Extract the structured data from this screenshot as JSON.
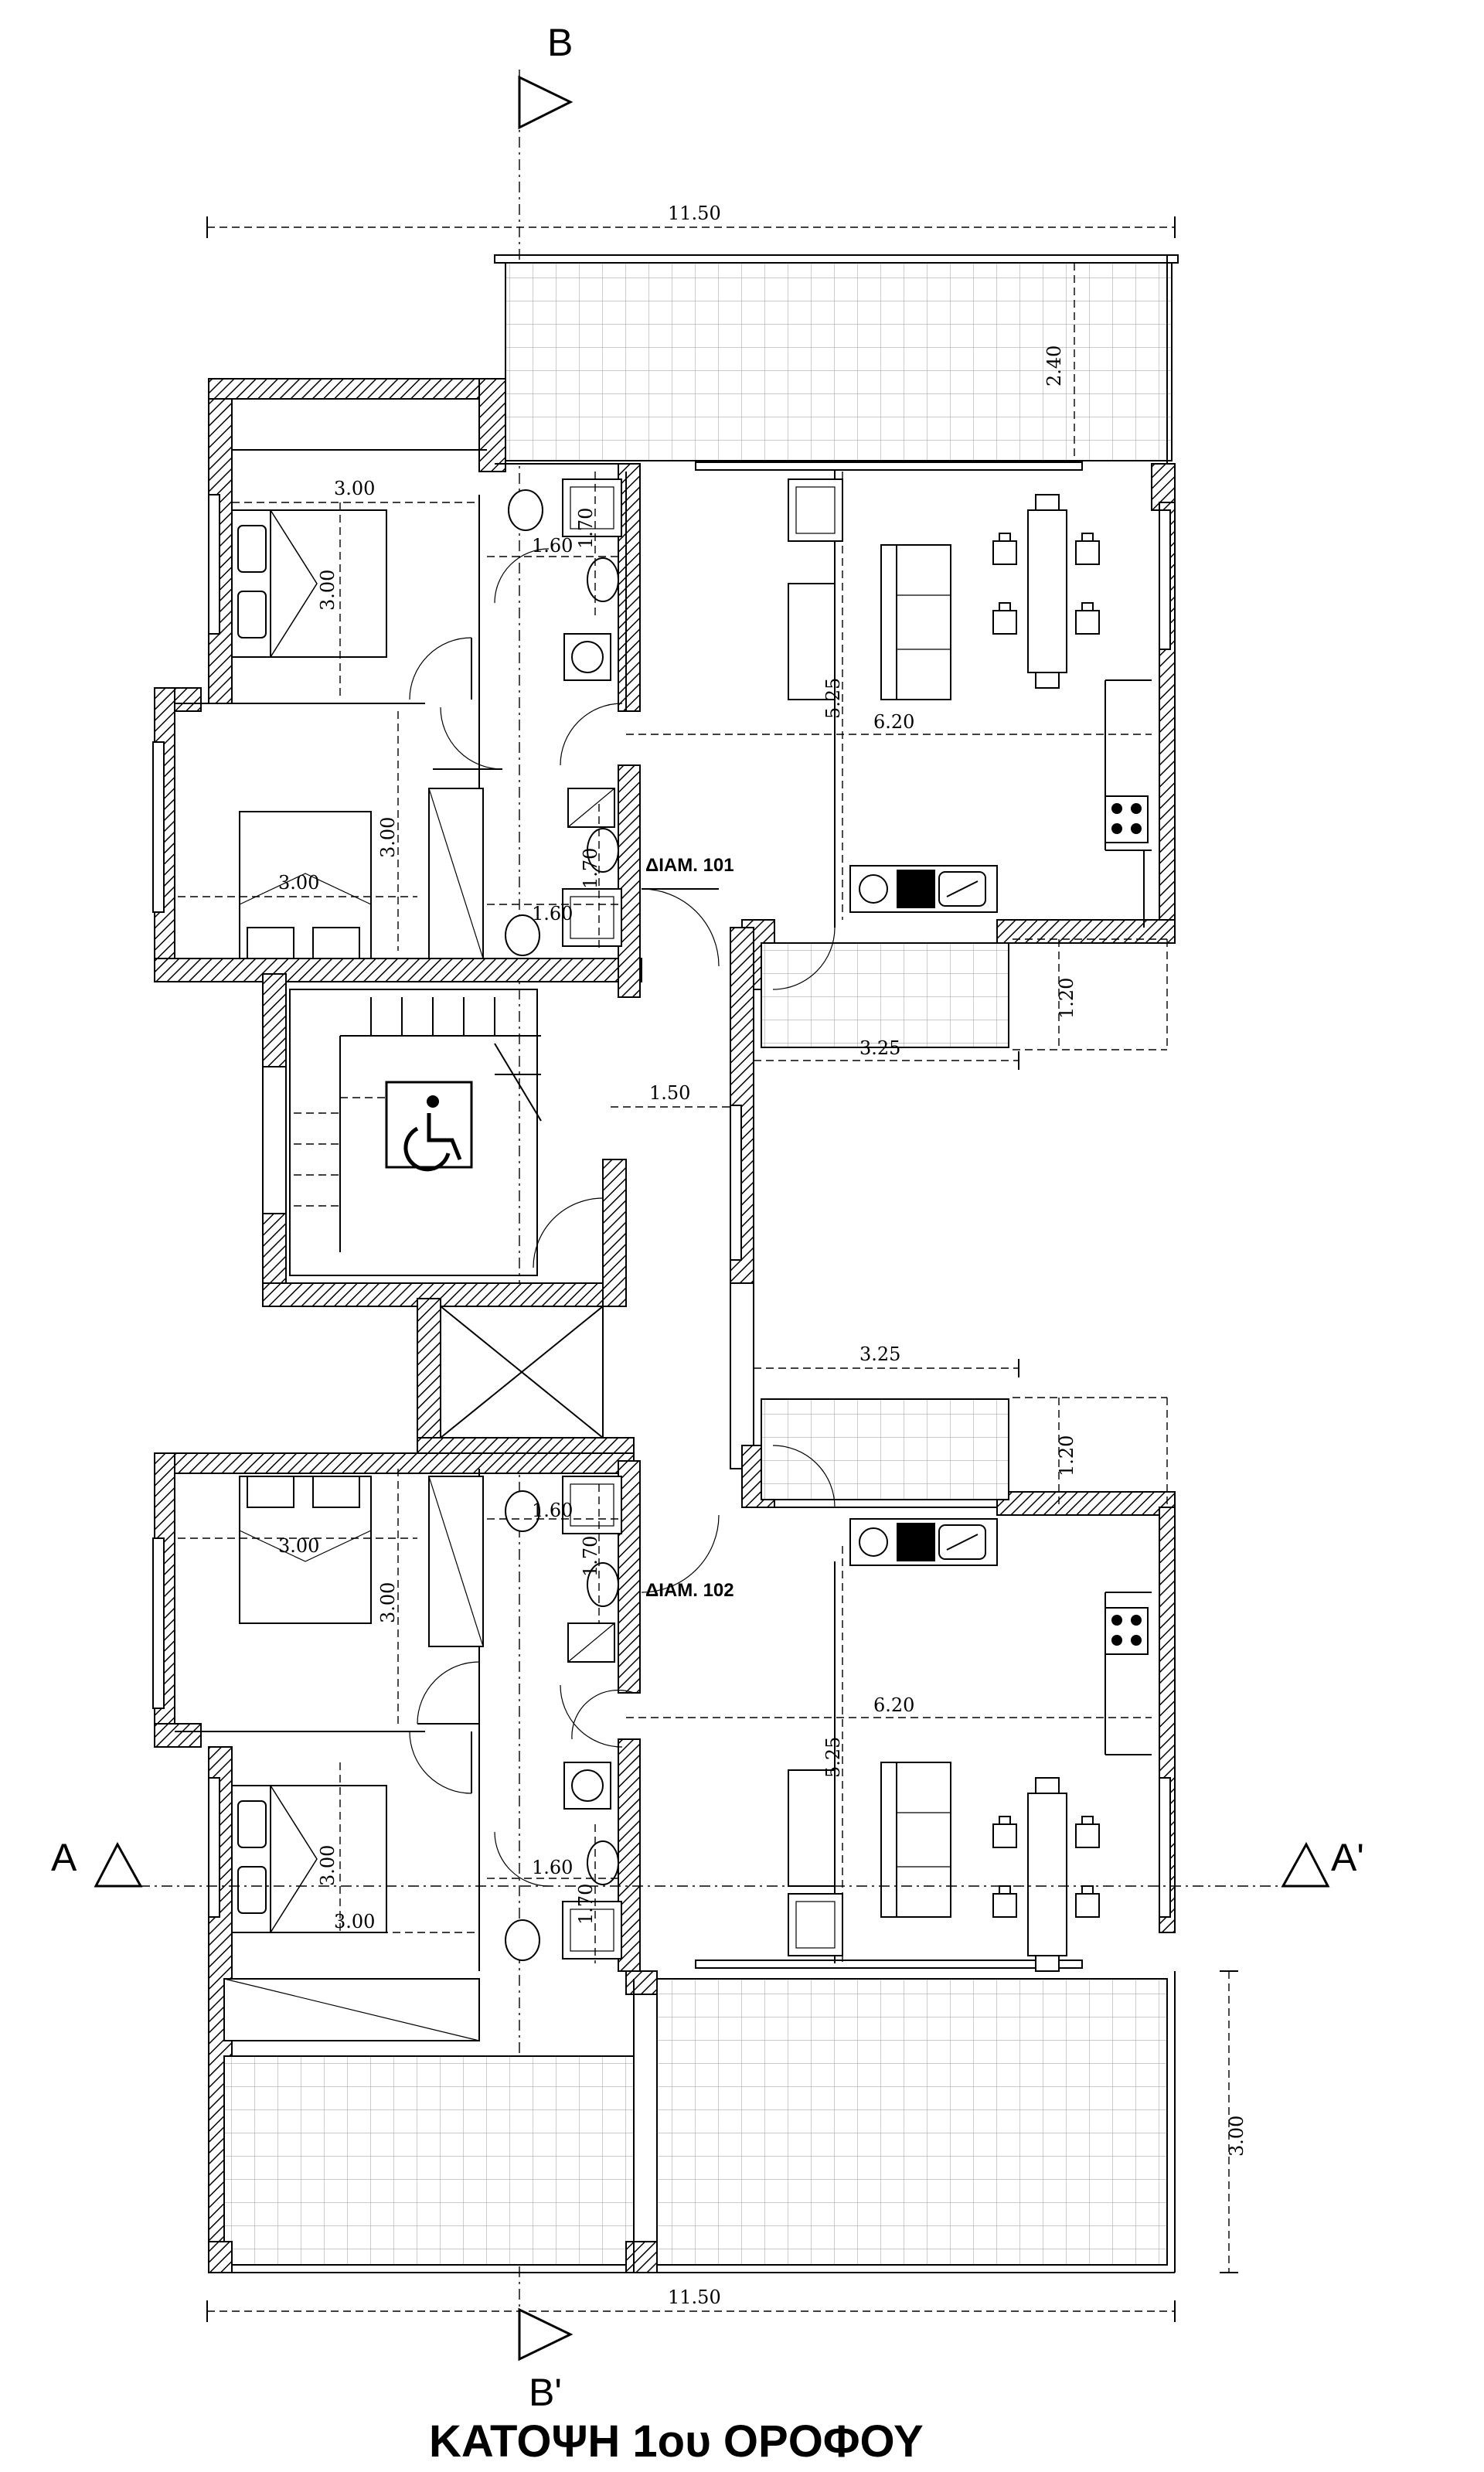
{
  "title": "ΚΑΤΟΨΗ 1ου ΟΡΟΦΟΥ",
  "section_markers": {
    "b_top": "B",
    "b_bottom": "B'",
    "a_left": "A",
    "a_right": "A'"
  },
  "apartments": {
    "apt1": "ΔΙΑΜ. 101",
    "apt2": "ΔΙΑΜ. 102"
  },
  "dimensions": {
    "overall_width_top": "11.50",
    "overall_width_bottom": "11.50",
    "top_balcony_depth": "2.40",
    "bottom_balcony_depth": "3.00",
    "bed1_w": "3.00",
    "bed1_h": "3.00",
    "bed2_w": "3.00",
    "bed2_h": "3.00",
    "bed3_w": "3.00",
    "bed3_h": "3.00",
    "bed4_w": "3.00",
    "bed4_h": "3.00",
    "bath1_w": "1.60",
    "bath1_h": "1.70",
    "bath2_w": "1.60",
    "bath2_h": "1.70",
    "bath3_w": "1.60",
    "bath3_h": "1.70",
    "bath4_w": "1.60",
    "bath4_h": "1.70",
    "living1_w": "6.20",
    "living1_h": "5.25",
    "living2_w": "6.20",
    "living2_h": "5.25",
    "small_balcony1_w": "3.25",
    "small_balcony1_h": "1.20",
    "small_balcony2_w": "3.25",
    "small_balcony2_h": "1.20",
    "corridor_w": "1.50"
  },
  "icons": [
    "wheelchair-icon",
    "section-arrow-icon",
    "stair-icon",
    "bed-icon",
    "sofa-icon",
    "dining-table-icon",
    "stove-icon",
    "sink-icon",
    "toilet-icon",
    "shower-icon",
    "washbasin-icon"
  ]
}
